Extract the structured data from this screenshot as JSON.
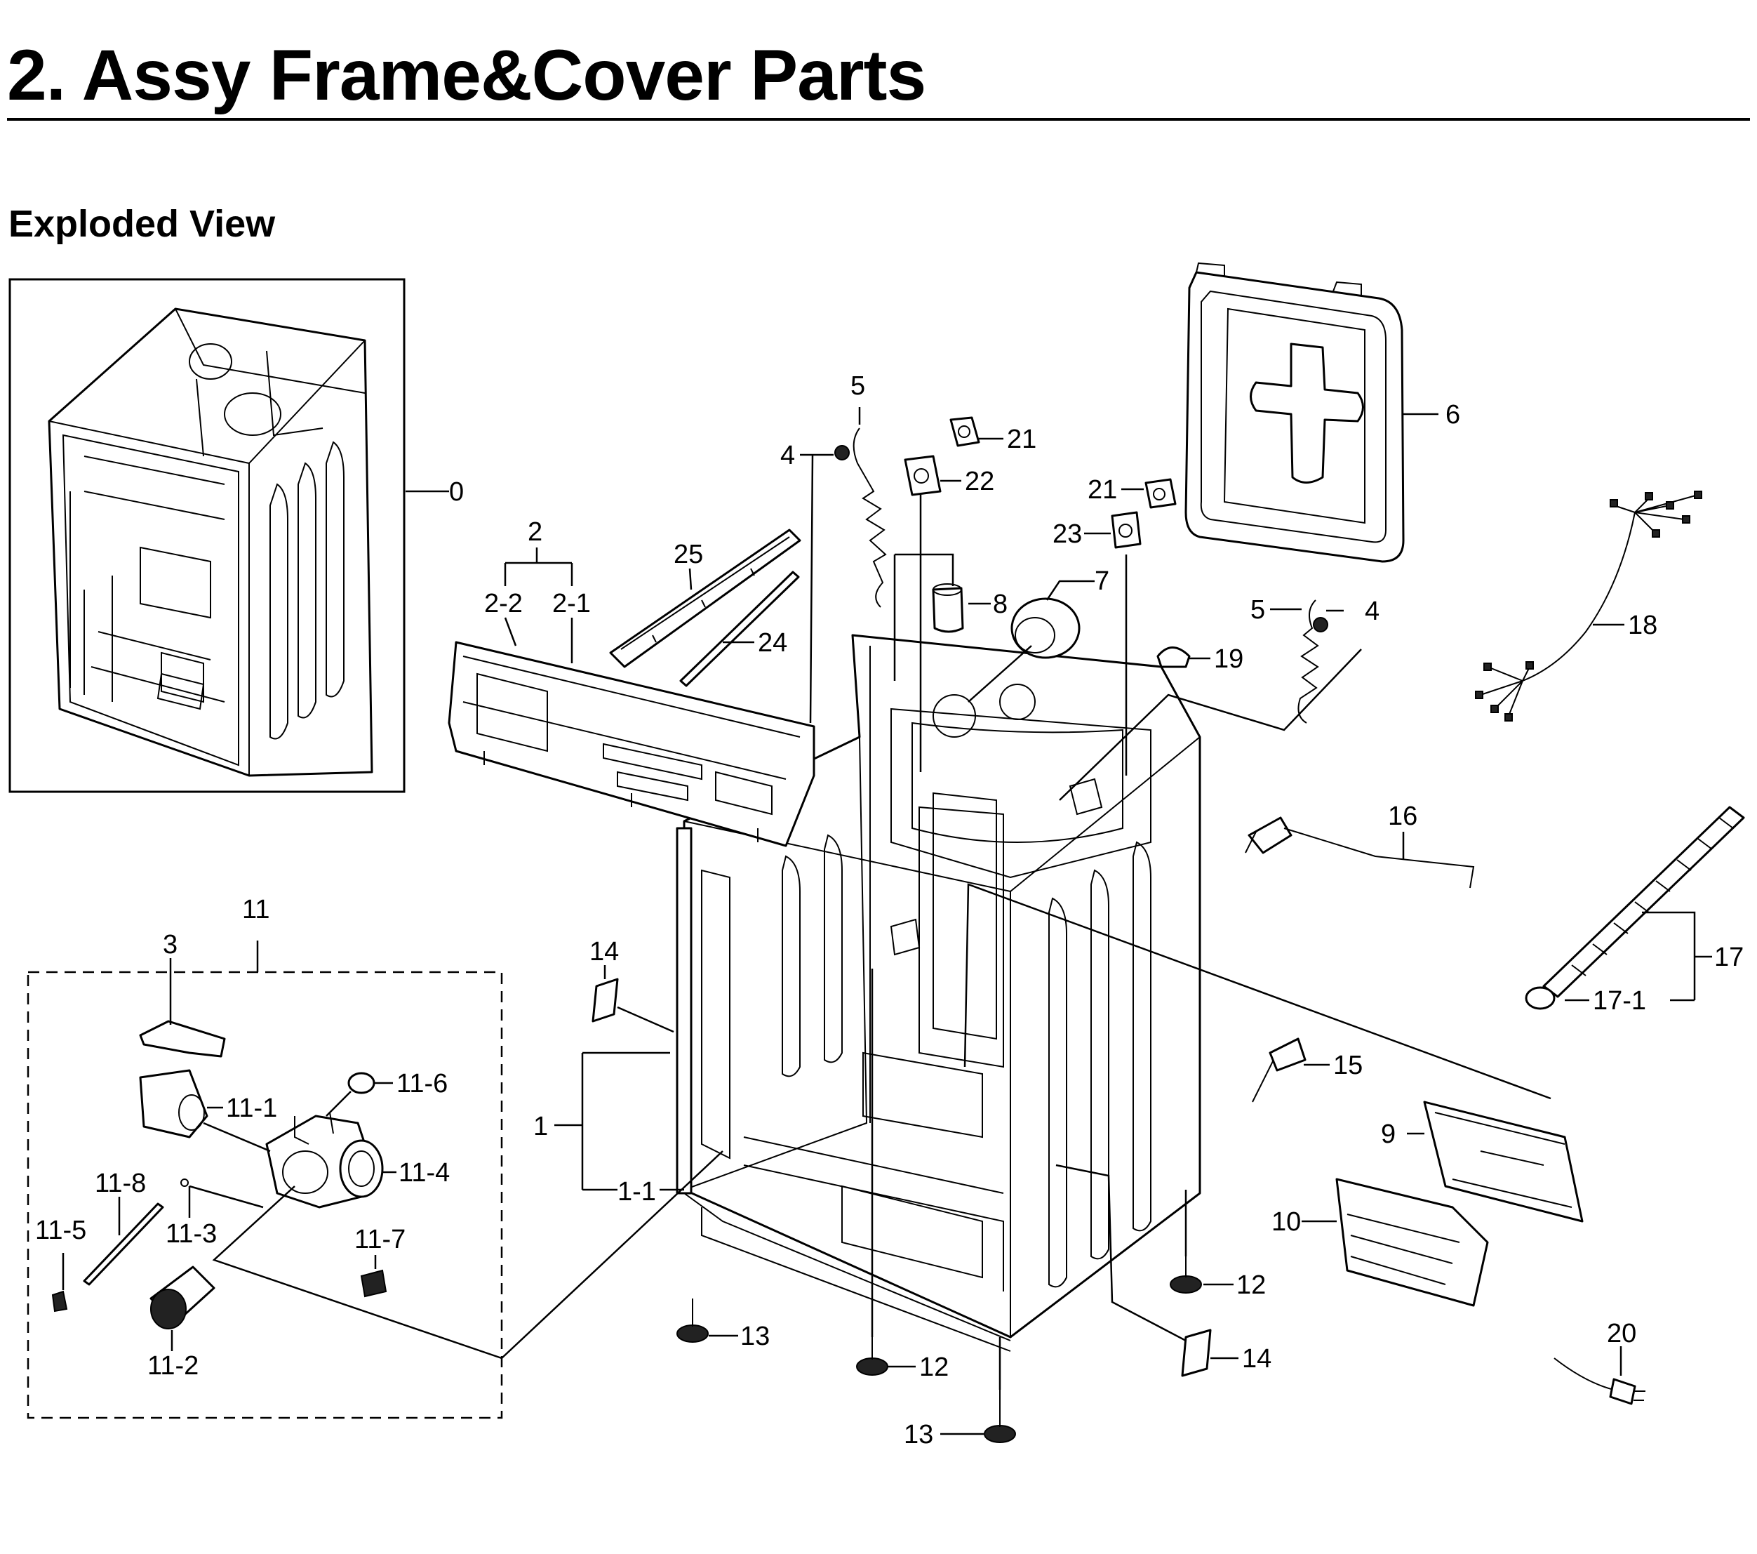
{
  "page": {
    "title": "2.  Assy Frame&Cover Parts",
    "section": "Exploded View"
  },
  "callouts": [
    {
      "id": "0"
    },
    {
      "id": "1"
    },
    {
      "id": "1-1"
    },
    {
      "id": "2"
    },
    {
      "id": "2-1"
    },
    {
      "id": "2-2"
    },
    {
      "id": "3"
    },
    {
      "id": "4a",
      "text": "4"
    },
    {
      "id": "4b",
      "text": "4"
    },
    {
      "id": "5a",
      "text": "5"
    },
    {
      "id": "5b",
      "text": "5"
    },
    {
      "id": "6"
    },
    {
      "id": "7"
    },
    {
      "id": "8"
    },
    {
      "id": "9"
    },
    {
      "id": "10"
    },
    {
      "id": "11"
    },
    {
      "id": "11-1"
    },
    {
      "id": "11-2"
    },
    {
      "id": "11-3"
    },
    {
      "id": "11-4"
    },
    {
      "id": "11-5"
    },
    {
      "id": "11-6"
    },
    {
      "id": "11-7"
    },
    {
      "id": "11-8"
    },
    {
      "id": "12a",
      "text": "12"
    },
    {
      "id": "12b",
      "text": "12"
    },
    {
      "id": "13a",
      "text": "13"
    },
    {
      "id": "13b",
      "text": "13"
    },
    {
      "id": "14a",
      "text": "14"
    },
    {
      "id": "14b",
      "text": "14"
    },
    {
      "id": "15"
    },
    {
      "id": "16"
    },
    {
      "id": "17"
    },
    {
      "id": "17-1"
    },
    {
      "id": "18"
    },
    {
      "id": "19"
    },
    {
      "id": "20"
    },
    {
      "id": "21a",
      "text": "21"
    },
    {
      "id": "21b",
      "text": "21"
    },
    {
      "id": "22"
    },
    {
      "id": "23"
    },
    {
      "id": "24"
    },
    {
      "id": "25"
    }
  ]
}
